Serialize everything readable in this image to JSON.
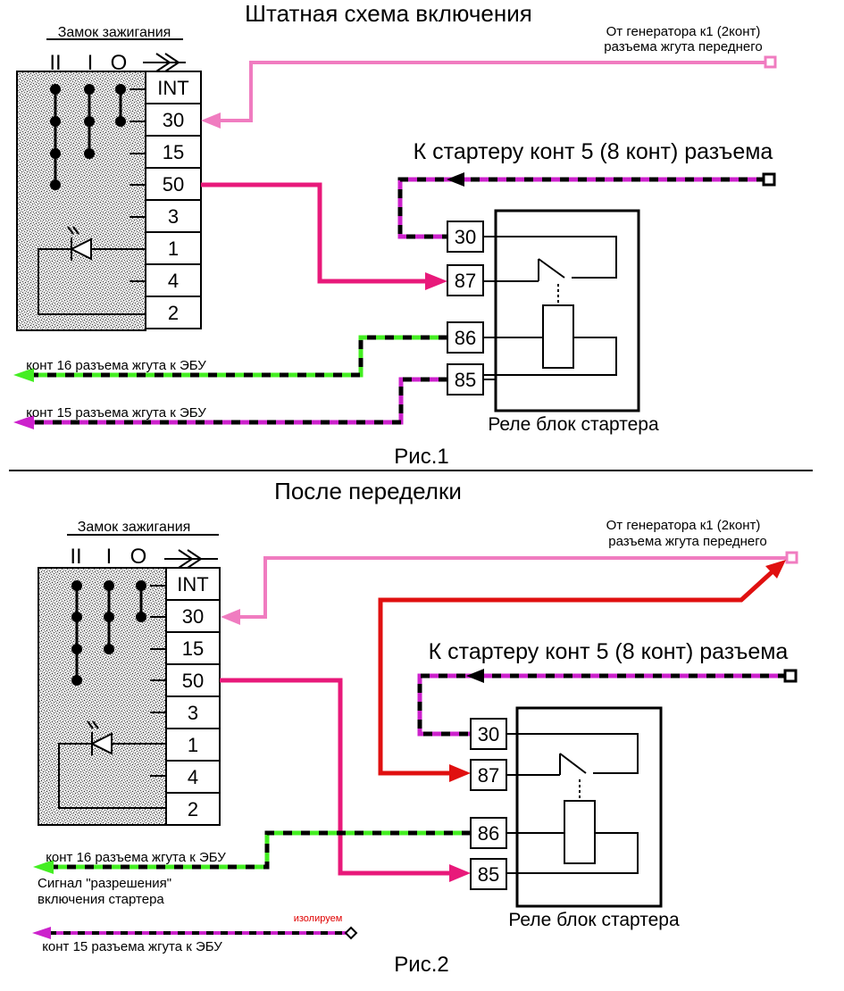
{
  "fig1": {
    "title": "Штатная схема включения",
    "caption": "Рис.1",
    "ignition_label": "Замок зажигания",
    "positions": [
      "II",
      "I",
      "O"
    ],
    "switch_pins": [
      "INT",
      "30",
      "15",
      "50",
      "3",
      "1",
      "4",
      "2"
    ],
    "generator_line1": "От генератора  к1  (2конт)",
    "generator_line2": "разъема  жгута переднего",
    "starter_label": "К стартеру конт 5 (8 конт) разъема",
    "relay_pins": [
      "30",
      "87",
      "86",
      "85"
    ],
    "relay_label": "Реле блок стартера",
    "ecu16": "конт 16 разъема жгута к ЭБУ",
    "ecu15": "конт 15 разъема жгута к ЭБУ"
  },
  "fig2": {
    "title": "После переделки",
    "caption": "Рис.2",
    "ignition_label": "Замок зажигания",
    "positions": [
      "II",
      "I",
      "O"
    ],
    "switch_pins": [
      "INT",
      "30",
      "15",
      "50",
      "3",
      "1",
      "4",
      "2"
    ],
    "generator_line1": "От генератора  к1  (2конт)",
    "generator_line2": "разъема  жгута переднего",
    "starter_label": "К стартеру конт 5 (8 конт) разъема",
    "relay_pins": [
      "30",
      "87",
      "86",
      "85"
    ],
    "relay_label": "Реле блок стартера",
    "ecu16": "конт 16 разъема жгута к ЭБУ",
    "signal_line1": "Сигнал \"разрешения\"",
    "signal_line2": "включения стартера",
    "isolated": "изолируем",
    "ecu15": "конт 15 разъема жгута к ЭБУ"
  },
  "colors": {
    "pink_light": "#f07cc0",
    "pink_strong": "#e8197a",
    "red": "#e01010",
    "green": "#44ee22",
    "magenta": "#cc22cc",
    "isolated_text": "#e00000"
  }
}
